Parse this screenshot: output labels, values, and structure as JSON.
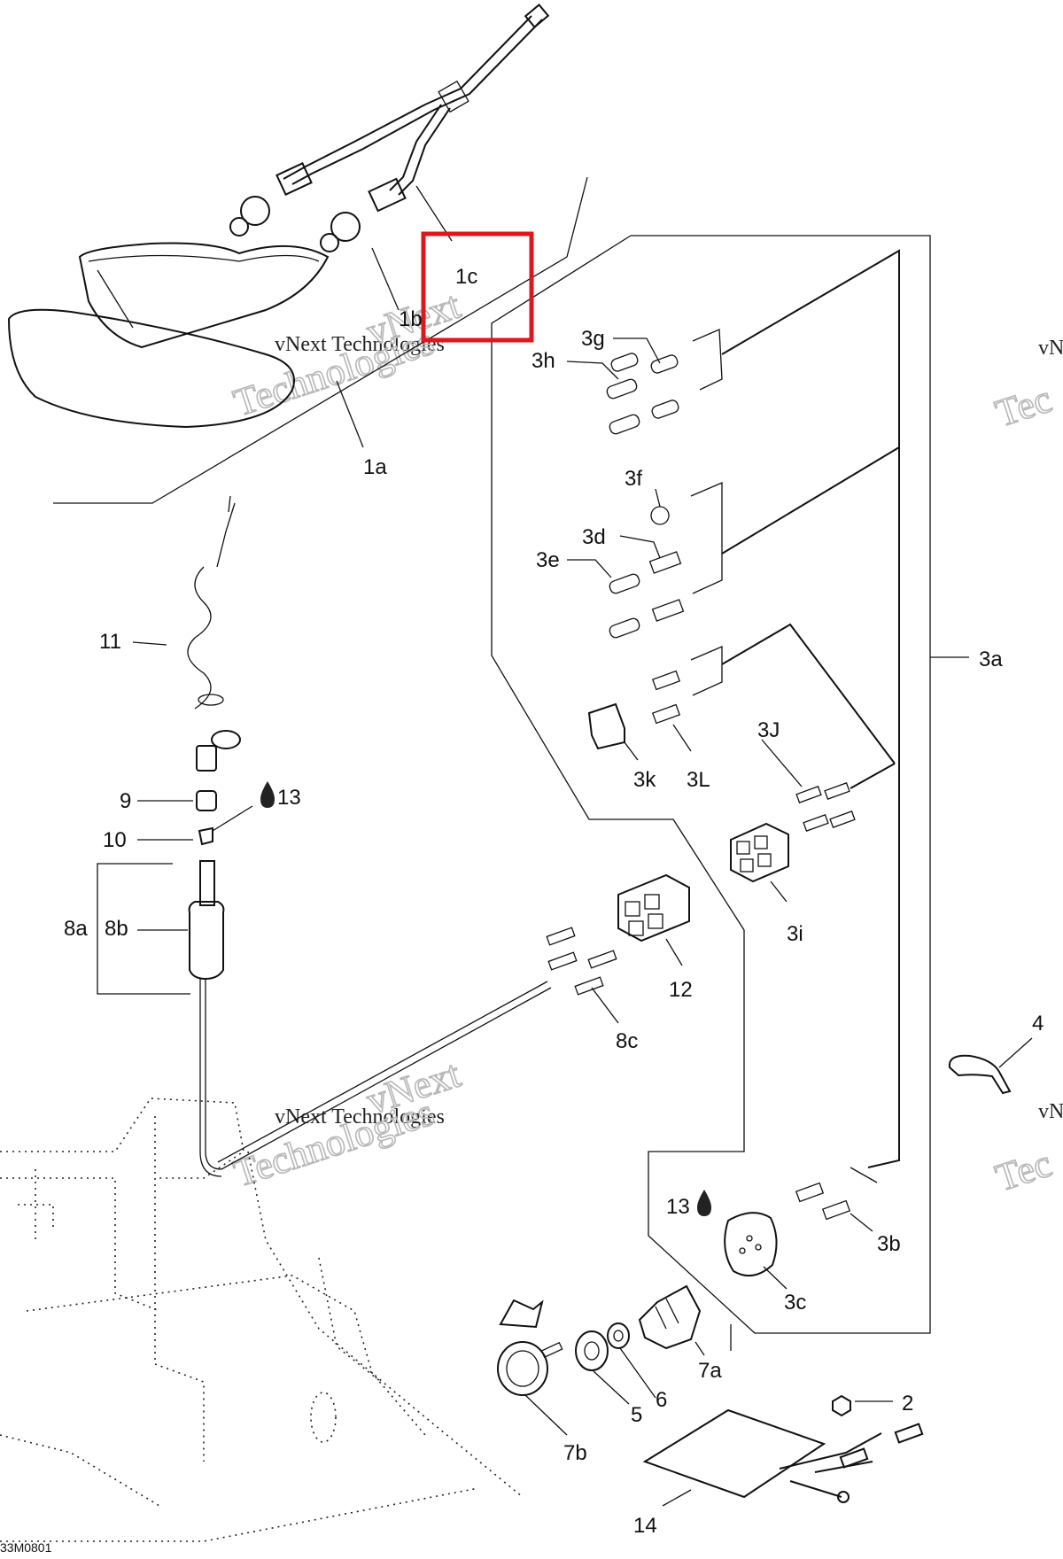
{
  "diagram": {
    "callouts": {
      "c1a": "1a",
      "c1b": "1b",
      "c1c": "1c",
      "c2": "2",
      "c3a": "3a",
      "c3b": "3b",
      "c3c": "3c",
      "c3d": "3d",
      "c3e": "3e",
      "c3f": "3f",
      "c3g": "3g",
      "c3h": "3h",
      "c3i": "3i",
      "c3J": "3J",
      "c3k": "3k",
      "c3L": "3L",
      "c4": "4",
      "c5": "5",
      "c6": "6",
      "c7a": "7a",
      "c7b": "7b",
      "c8a": "8a",
      "c8b": "8b",
      "c8c": "8c",
      "c9": "9",
      "c10": "10",
      "c11": "11",
      "c12": "12",
      "c13a": "13",
      "c13b": "13",
      "c14": "14"
    },
    "watermark": {
      "line1": "vNext",
      "line2": "Technologies",
      "inline": "vNext Technologies",
      "edge_top": "vN",
      "edge_big_top": "Tec",
      "edge_mid": "vN",
      "edge_big_mid": "Tec"
    },
    "figure_code": "33M0801",
    "highlight_color": "#e0161d"
  }
}
